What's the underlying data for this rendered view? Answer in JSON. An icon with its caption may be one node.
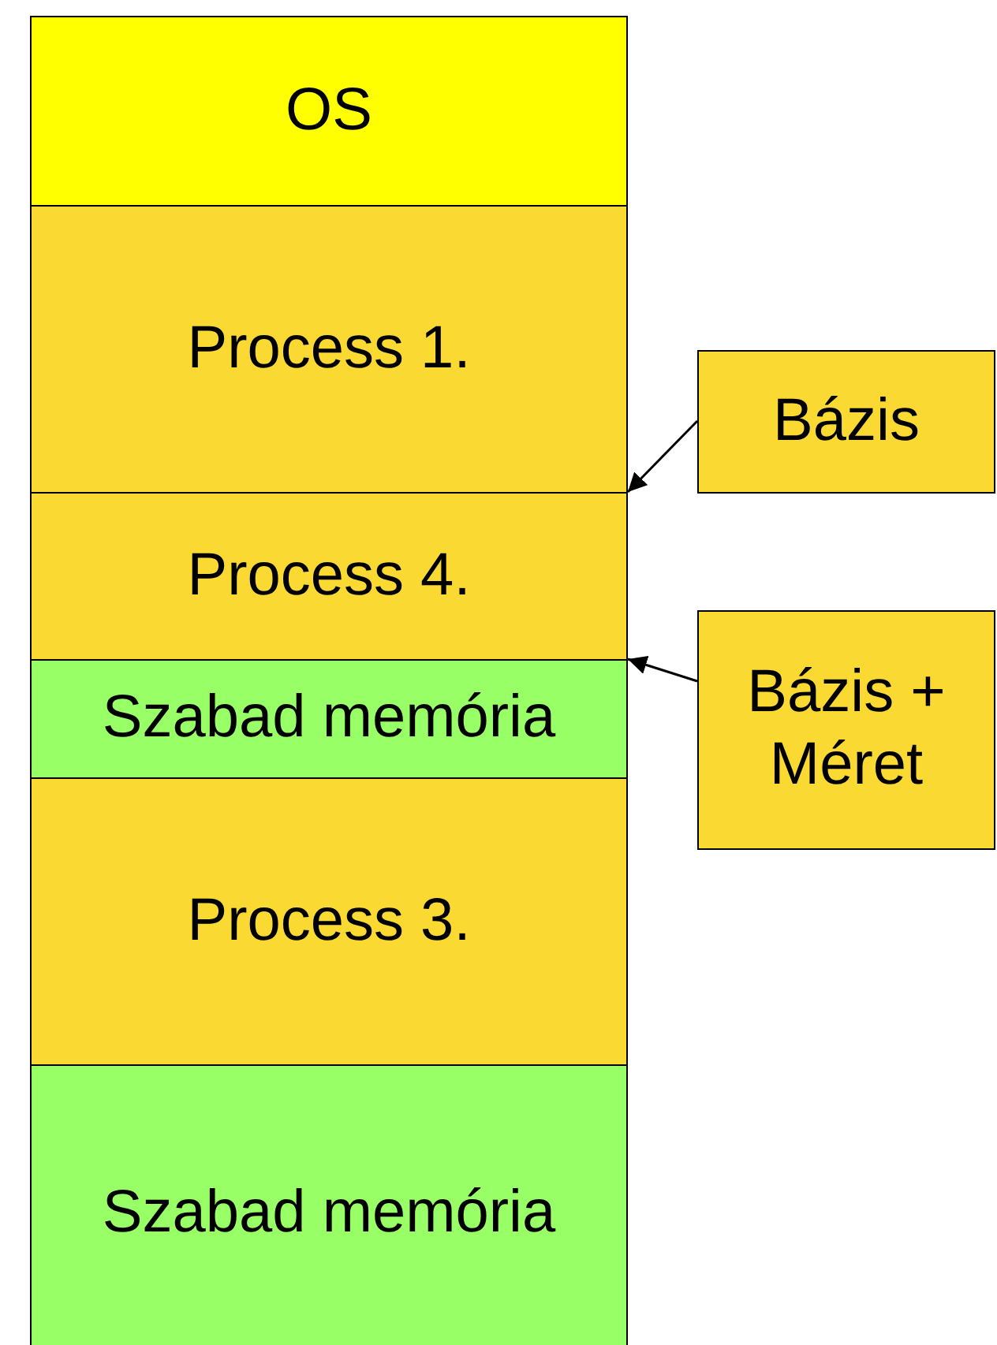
{
  "diagram": {
    "nodes": [
      {
        "text": [
          "OS"
        ]
      },
      {
        "text": [
          "Process 1."
        ]
      },
      {
        "text": [
          "Process 4."
        ]
      },
      {
        "text": [
          "Szabad memória"
        ]
      },
      {
        "text": [
          "Process 3."
        ]
      },
      {
        "text": [
          "Szabad memória"
        ]
      },
      {
        "text": [
          "Bázis"
        ]
      },
      {
        "text": [
          "Bázis + Méret"
        ]
      }
    ],
    "edges": [
      {
        "from": 6,
        "to": 2,
        "arrow": "to"
      },
      {
        "from": 7,
        "to": 3,
        "arrow": "to"
      }
    ]
  }
}
